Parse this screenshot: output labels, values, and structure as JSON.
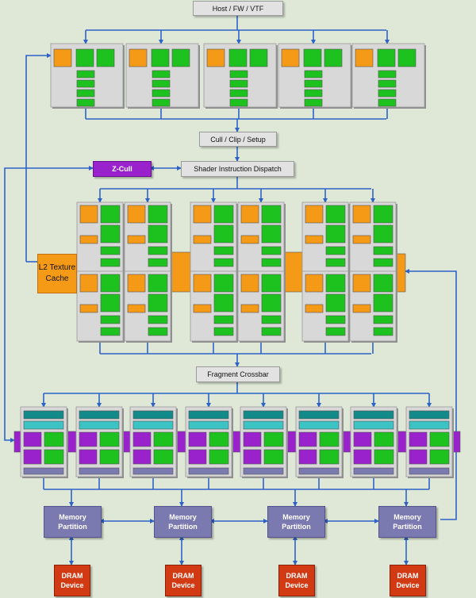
{
  "labels": {
    "host": "Host / FW / VTF",
    "cull": "Cull / Clip / Setup",
    "zcull": "Z-Cull",
    "shader_dispatch": "Shader Instruction Dispatch",
    "l2_cache": "L2 Texture Cache",
    "crossbar": "Fragment Crossbar",
    "memory_partition": "Memory Partition",
    "dram_device": "DRAM Device"
  },
  "colors": {
    "background": "#dfe8d6",
    "arrow": "#2d63c8",
    "alu_green": "#1ec21e",
    "unit_orange": "#f59a17",
    "rop_purple": "#9a22cc",
    "rop_teal": "#138a8a",
    "rop_cyan": "#3cc4c4",
    "rop_lavender": "#7a79b0",
    "dram_red": "#d23a14",
    "panel_gray": "#d8d8d8"
  },
  "counts": {
    "vertex_processors": 5,
    "fragment_quads": 6,
    "rop_units": 8,
    "memory_partitions": 4
  }
}
